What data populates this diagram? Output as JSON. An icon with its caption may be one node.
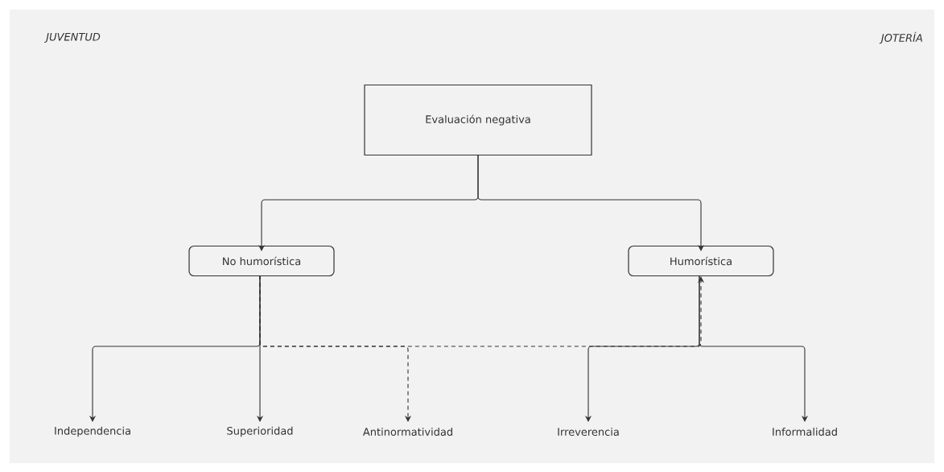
{
  "diagram": {
    "nodes": [
      {
        "text": [
          "Evaluación negativa"
        ]
      },
      {
        "text": [
          "No humorística"
        ]
      },
      {
        "text": [
          "Humorística"
        ]
      },
      {
        "text": [
          "Independencia"
        ]
      },
      {
        "text": [
          "Superioridad"
        ]
      },
      {
        "text": [
          "Antinormatividad"
        ]
      },
      {
        "text": [
          "Irreverencia"
        ]
      },
      {
        "text": [
          "Informalidad"
        ]
      }
    ],
    "edges": [
      {
        "from": 0,
        "to": 1,
        "arrow": "to"
      },
      {
        "from": 0,
        "to": 2,
        "arrow": "to"
      },
      {
        "from": 1,
        "to": 2,
        "arrow": "to",
        "style": "dashed"
      },
      {
        "from": 1,
        "to": 3,
        "arrow": "to"
      },
      {
        "from": 1,
        "to": 4,
        "arrow": "to"
      },
      {
        "from": 1,
        "to": 5,
        "arrow": "to",
        "style": "dashed"
      },
      {
        "from": 2,
        "to": 6,
        "arrow": "to"
      },
      {
        "from": 2,
        "to": 7,
        "arrow": "to"
      }
    ],
    "labels": [
      "JUVENTUD",
      "JOTERÍA"
    ]
  }
}
